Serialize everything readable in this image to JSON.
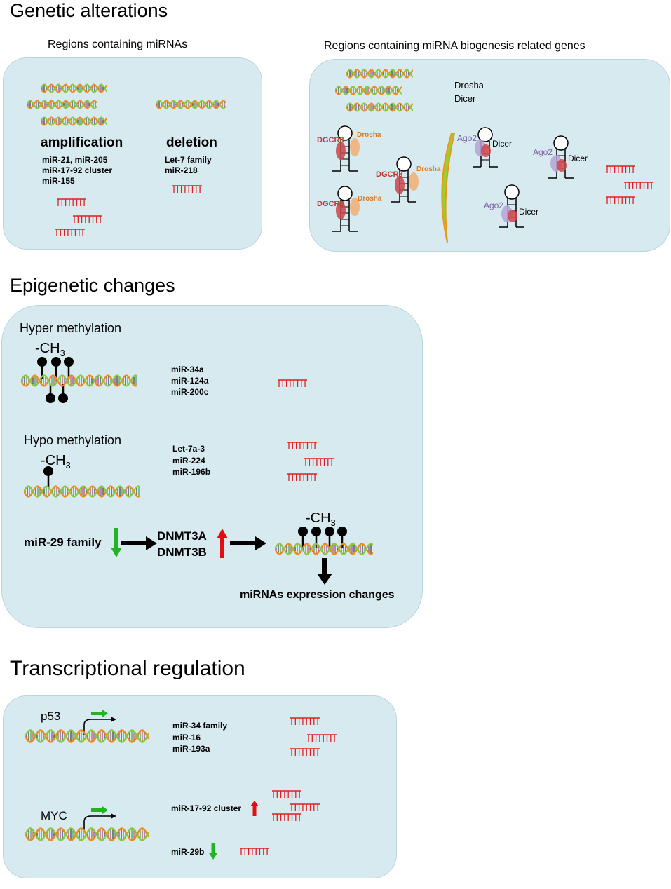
{
  "sections": {
    "genetic": {
      "title": "Genetic alterations",
      "left_subtitle": "Regions containing miRNAs",
      "right_subtitle": "Regions containing miRNA biogenesis related genes",
      "amplification": {
        "heading": "amplification",
        "items": [
          "miR-21, miR-205",
          "miR-17-92 cluster",
          "miR-155"
        ]
      },
      "deletion": {
        "heading": "deletion",
        "items": [
          "Let-7 family",
          "miR-218"
        ]
      },
      "biogenesis": {
        "genes": [
          "Drosha",
          "Dicer"
        ],
        "complex_labels": {
          "dgcr": "DGCR8",
          "drosha": "Drosha",
          "ago": "Ago2",
          "dicer": "Dicer"
        }
      }
    },
    "epigenetic": {
      "title": "Epigenetic changes",
      "hyper": {
        "heading": "Hyper methylation",
        "methyl": "-CH",
        "methyl_sub": "3",
        "items": [
          "miR-34a",
          "miR-124a",
          "miR-200c"
        ]
      },
      "hypo": {
        "heading": "Hypo methylation",
        "methyl": "-CH",
        "methyl_sub": "3",
        "items": [
          "Let-7a-3",
          "miR-224",
          "miR-196b"
        ]
      },
      "loop": {
        "mir29": "miR-29 family",
        "dnmt3a": "DNMT3A",
        "dnmt3b": "DNMT3B",
        "methyl": "-CH",
        "methyl_sub": "3",
        "result": "miRNAs expression changes"
      }
    },
    "transcriptional": {
      "title": "Transcriptional regulation",
      "p53": {
        "label": "p53",
        "items": [
          "miR-34 family",
          "miR-16",
          "miR-193a"
        ]
      },
      "myc": {
        "label": "MYC",
        "cluster": "miR-17-92 cluster",
        "mir29b": "miR-29b"
      }
    }
  },
  "colors": {
    "panel": "#d6eaf0",
    "mirna": "#e02020",
    "up_arrow": "#e01010",
    "down_arrow": "#22b422",
    "dgcr": "#c0392b",
    "drosha": "#f0a860",
    "ago": "#9b7fc0"
  }
}
